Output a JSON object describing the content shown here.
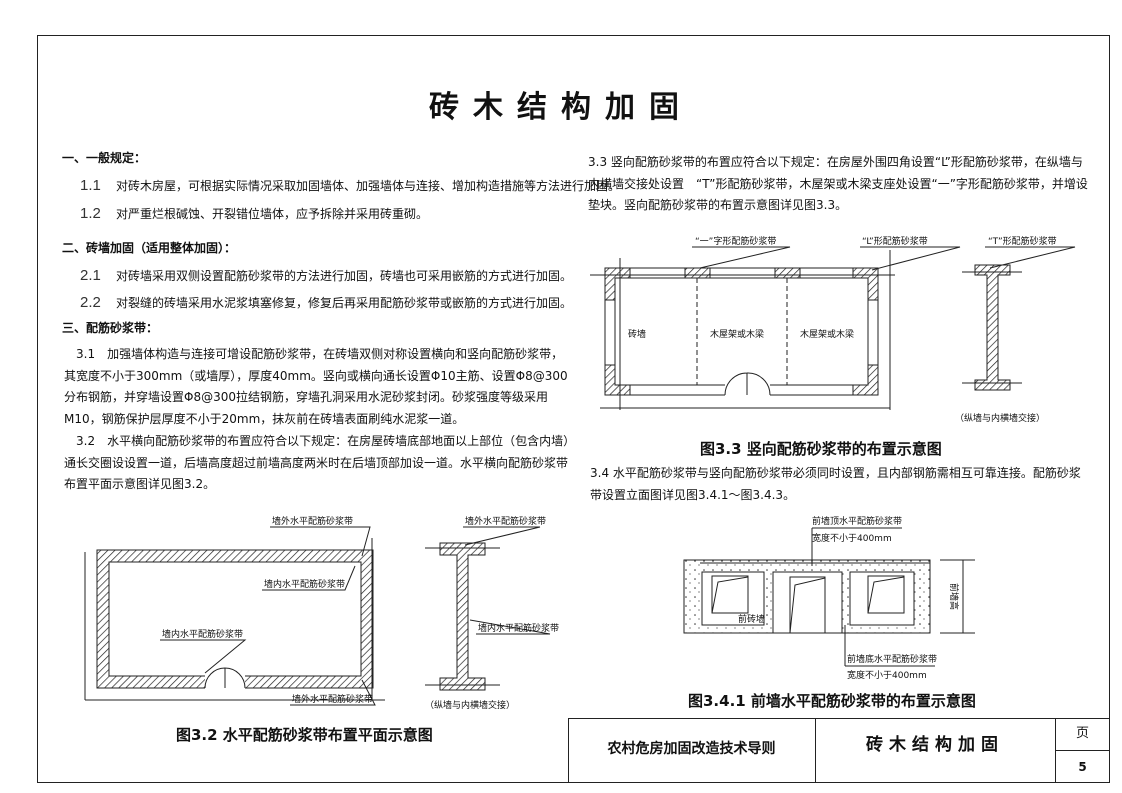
{
  "title": "砖木结构加固",
  "sections": {
    "s1": "一、一般规定：",
    "s1_1_num": "1.1",
    "s1_1": "对砖木房屋，可根据实际情况采取加固墙体、加强墙体与连接、增加构造措施等方法进行加固。",
    "s1_2_num": "1.2",
    "s1_2": "对严重烂根碱蚀、开裂错位墙体，应予拆除并采用砖重砌。",
    "s2": "二、砖墙加固（适用整体加固）：",
    "s2_1_num": "2.1",
    "s2_1": "对砖墙采用双侧设置配筋砂浆带的方法进行加固，砖墙也可采用嵌筋的方式进行加固。",
    "s2_2_num": "2.2",
    "s2_2": "对裂缝的砖墙采用水泥浆填塞修复，修复后再采用配筋砂浆带或嵌筋的方式进行加固。",
    "s3": "三、配筋砂浆带：",
    "s3_1": "　3.1　加强墙体构造与连接可增设配筋砂浆带，在砖墙双侧对称设置横向和竖向配筋砂浆带，其宽度不小于300mm（或墙厚），厚度40mm。竖向或横向通长设置Φ10主筋、设置Φ8@300分布钢筋，并穿墙设置Φ8@300拉结钢筋，穿墙孔洞采用水泥砂浆封闭。砂浆强度等级采用M10，钢筋保护层厚度不小于20mm，抹灰前在砖墙表面刷纯水泥浆一道。",
    "s3_2": "　3.2　水平横向配筋砂浆带的布置应符合以下规定：在房屋砖墙底部地面以上部位（包含内墙）通长交圈设设置一道，后墙高度超过前墙高度两米时在后墙顶部加设一道。水平横向配筋砂浆带布置平面示意图详见图3.2。",
    "s3_3": "3.3 竖向配筋砂浆带的布置应符合以下规定：在房屋外围四角设置“L”形配筋砂浆带，在纵墙与内横墙交接处设置　“T”形配筋砂浆带，木屋架或木梁支座处设置“一”字形配筋砂浆带，并增设垫块。竖向配筋砂浆带的布置示意图详见图3.3。",
    "s3_4": "3.4 水平配筋砂浆带与竖向配筋砂浆带必须同时设置，且内部钢筋需相互可靠连接。配筋砂浆带设置立面图详见图3.4.1～图3.4.3。"
  },
  "fig32": {
    "outer_top": "墙外水平配筋砂浆带",
    "inner_top": "墙内水平配筋砂浆带",
    "inner_left": "墙内水平配筋砂浆带",
    "outer_bottom": "墙外水平配筋砂浆带",
    "sec_top": "墙外水平配筋砂浆带",
    "sec_inner": "墙内水平配筋砂浆带",
    "sec_note": "（纵墙与内横墙交接）",
    "caption": "图3.2 水平配筋砂浆带布置平面示意图"
  },
  "fig33": {
    "yi": "“一”字形配筋砂浆带",
    "L": "“L”形配筋砂浆带",
    "T": "“T”形配筋砂浆带",
    "brick": "砖墙",
    "truss1": "木屋架或木梁",
    "truss2": "木屋架或木梁",
    "sec_note": "（纵墙与内横墙交接）",
    "caption": "图3.3 竖向配筋砂浆带的布置示意图"
  },
  "fig341": {
    "top1": "前墙顶水平配筋砂浆带",
    "top2": "宽度不小于400mm",
    "bot1": "前墙底水平配筋砂浆带",
    "bot2": "宽度不小于400mm",
    "wall": "前砖墙",
    "height": "前墙高",
    "caption": "图3.4.1 前墙水平配筋砂浆带的布置示意图"
  },
  "titleblock": {
    "book": "农村危房加固改造技术导则",
    "chapter": "砖木结构加固",
    "page_label": "页",
    "page": "5"
  }
}
